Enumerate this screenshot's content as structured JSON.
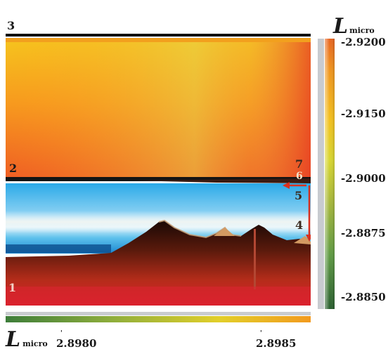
{
  "colors": {
    "upper_top": "#f6c21e",
    "upper_mid": "#f79a1e",
    "upper_bottom": "#ec4a25",
    "sky_top": "#1b9fe3",
    "sky_light": "#bfe8f8",
    "mountain": "#1a0c08",
    "ground_red": "#c81e1e",
    "arrow_red": "#d9311f",
    "bar_green": "#2f6e3a"
  },
  "region_labels": {
    "top": "3",
    "middle": "2",
    "bottom": "1"
  },
  "point_labels": {
    "p7": "7",
    "p6": "6",
    "p5": "5",
    "p4": "4"
  },
  "colorbar": {
    "symbol": "L",
    "subscript": "micro",
    "ticks": [
      "2.9200",
      "2.9150",
      "2.9000",
      "2.8875",
      "2.8850"
    ]
  },
  "xaxis": {
    "symbol": "L",
    "subscript": "micro",
    "ticks": [
      "2.8980",
      "2.8985"
    ]
  }
}
